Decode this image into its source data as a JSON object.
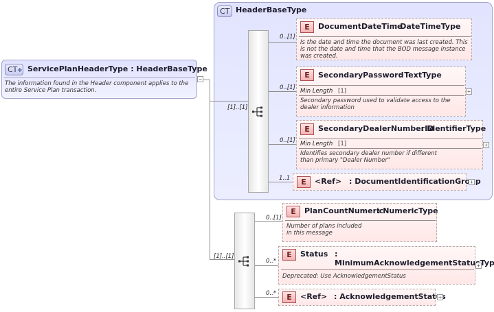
{
  "root": {
    "ct_tag": "CT",
    "title": "ServicePlanHeaderType : HeaderBaseType",
    "doc": "The information found in the Header component applies to the entire Service Plan transaction.",
    "collapse": "−"
  },
  "base": {
    "ct_tag": "CT",
    "title": "HeaderBaseType",
    "seq_occurs": "[1]..[1]",
    "elements": [
      {
        "tag": "E",
        "name": "DocumentDateTime",
        "type": ": DateTimeType",
        "occurs": "0..[1]",
        "doc": "Is the date and time the document was last created. This is not the date and time that the BOD message instance was created."
      },
      {
        "tag": "E",
        "name": "SecondaryPassword",
        "type": ": TextType",
        "occurs": "0..[1]",
        "facet_label": "Min Length",
        "facet_value": "[1]",
        "doc": "Secondary password used to validate access to the dealer information",
        "expand": "+"
      },
      {
        "tag": "E",
        "name": "SecondaryDealerNumberID",
        "type": ": IdentifierType",
        "occurs": "0..[1]",
        "facet_label": "Min Length",
        "facet_value": "[1]",
        "doc": "Identifies secondary dealer number if different than primary \"Dealer Number\"",
        "expand": "+"
      },
      {
        "tag": "E",
        "name": "<Ref>",
        "type": ": DocumentIdentificationGroup",
        "occurs": "1..1",
        "expand": "+"
      }
    ]
  },
  "ext": {
    "seq_occurs": "[1]..[1]",
    "elements": [
      {
        "tag": "E",
        "name": "PlanCountNumeric",
        "type": ": NumericType",
        "occurs": "0..[1]",
        "doc": "Number of plans included in this message"
      },
      {
        "tag": "E",
        "name": "Status",
        "type": ": MinimumAcknowledgementStatusType",
        "occurs": "0..*",
        "doc": "Deprecated: Use AcknowledgementStatus",
        "expand": "+"
      },
      {
        "tag": "E",
        "name": "<Ref>",
        "type": ": AcknowledgementStatus",
        "occurs": "0..*",
        "expand": "+"
      }
    ]
  },
  "colors": {
    "complex_fill": "#e4e6ff",
    "complex_border": "#a0a4c8",
    "element_fill": "#ffe7e7",
    "element_tag": "#f3b3b3",
    "connector": "#8c8c8c"
  }
}
